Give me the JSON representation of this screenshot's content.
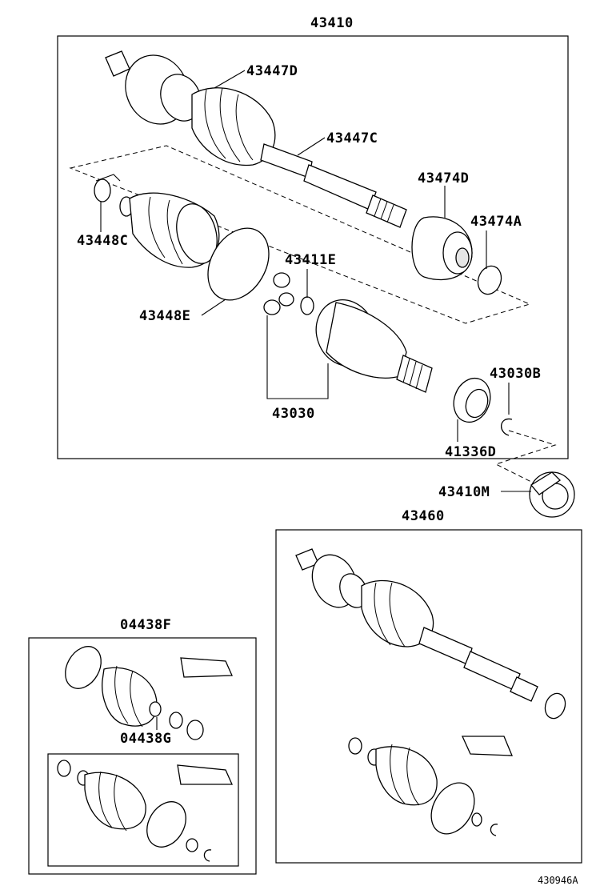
{
  "labels": {
    "main_assembly": "43410",
    "boot_outer_d": "43447D",
    "boot_outer_c": "43447C",
    "joint_474d": "43474D",
    "joint_474a": "43474A",
    "clamp_448c": "43448C",
    "clip_411e": "43411E",
    "band_448e": "43448E",
    "tripod_030": "43030",
    "snap_030b": "43030B",
    "seal_336d": "41336D",
    "bearing_410m": "43410M",
    "assembly_460": "43460",
    "kit_438f": "04438F",
    "kit_438g": "04438G",
    "figure_id": "430946A"
  }
}
